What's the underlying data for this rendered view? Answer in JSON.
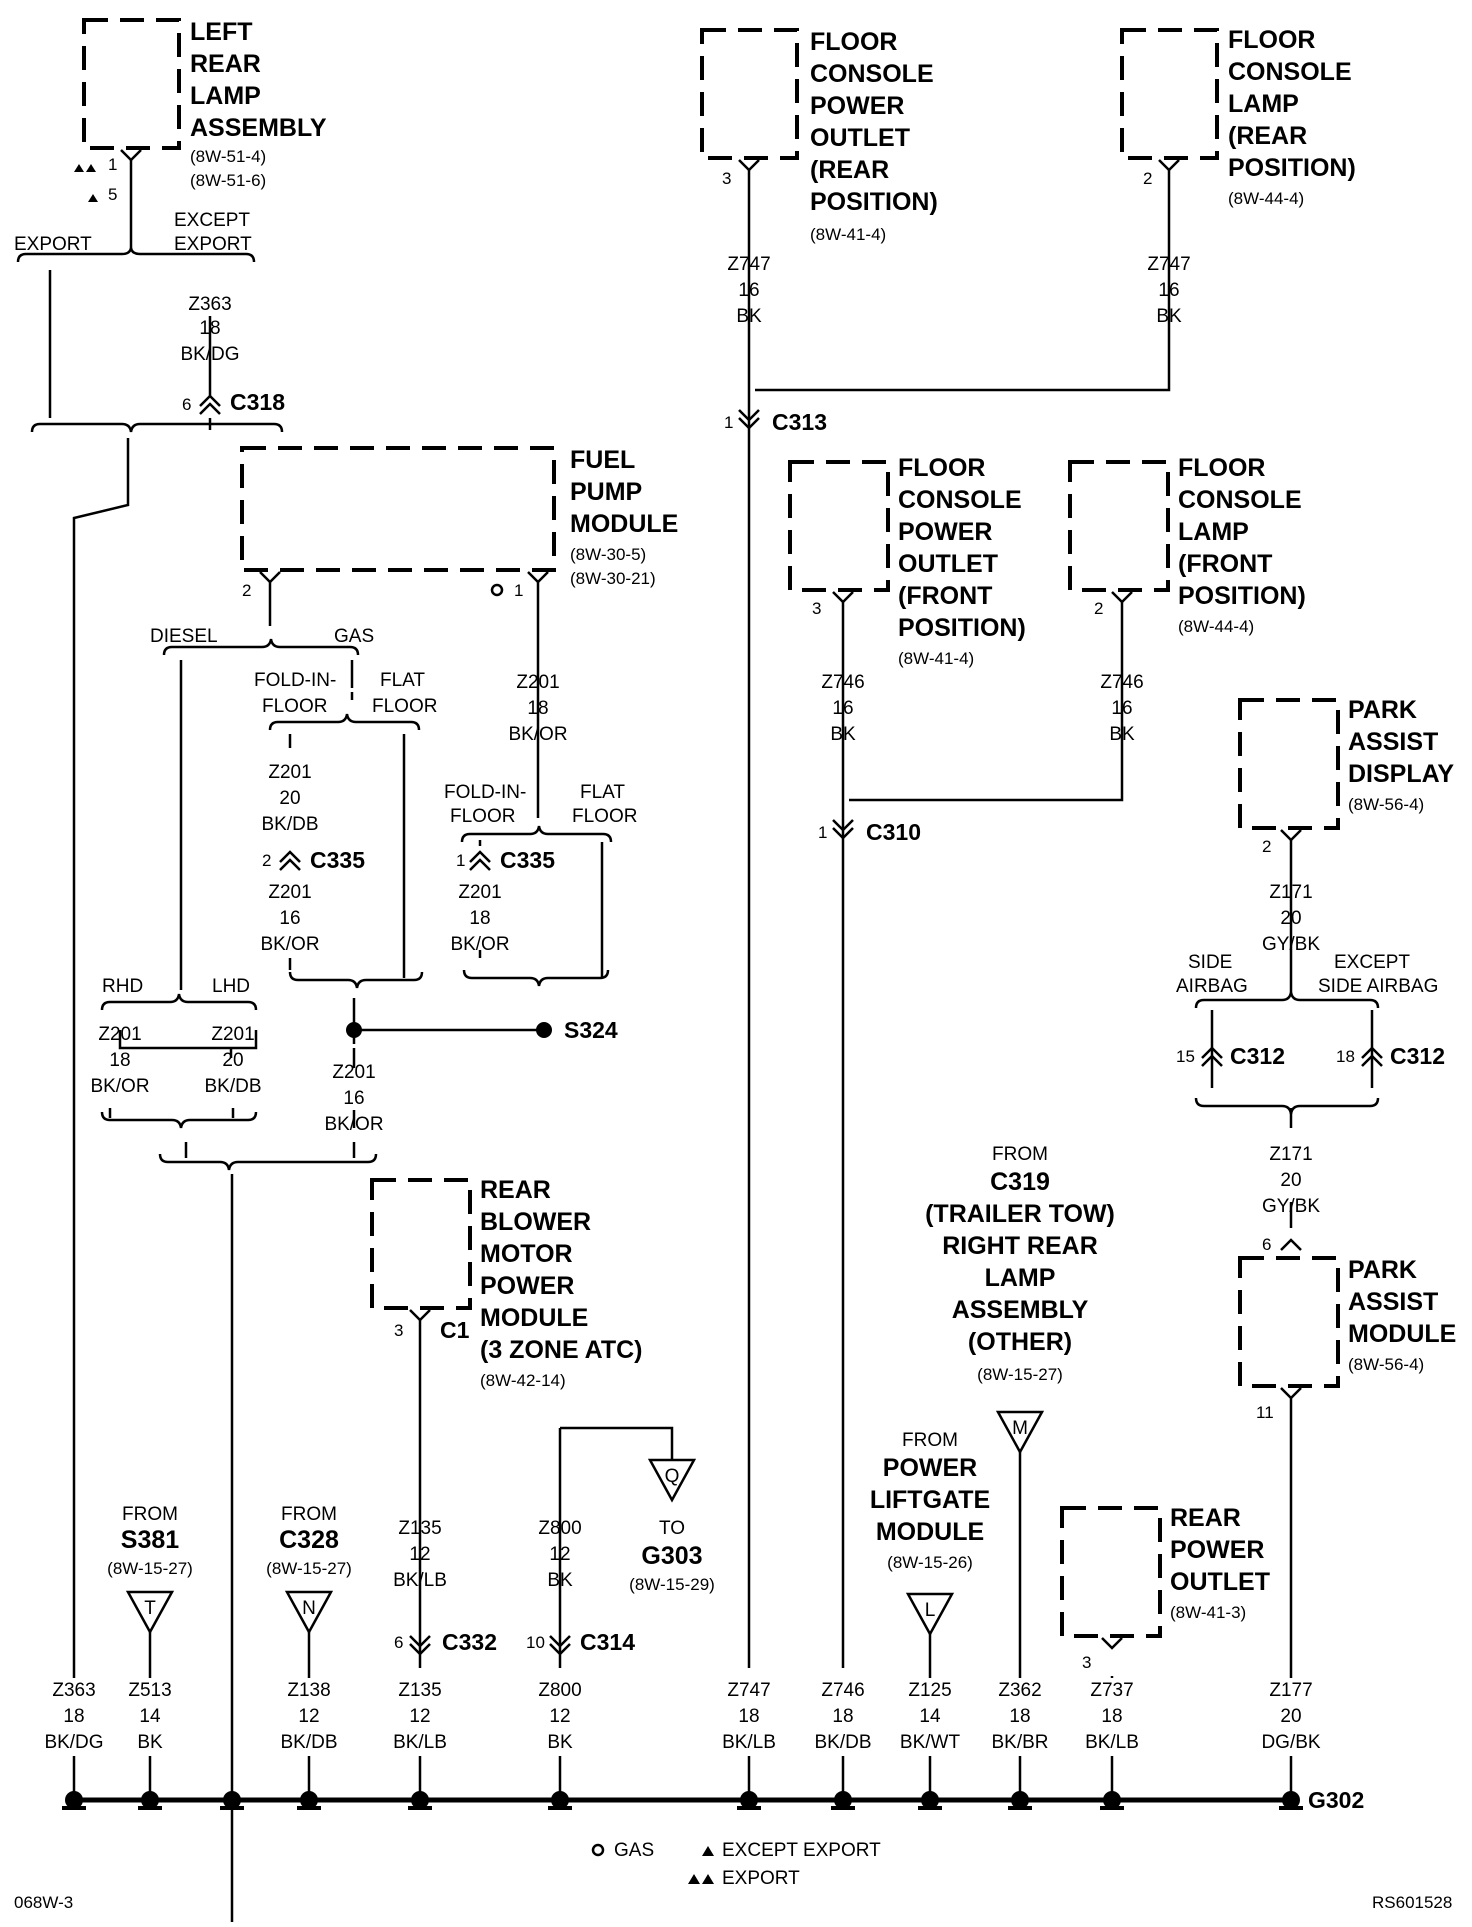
{
  "diagram": {
    "page_id": "068W-3",
    "figure_id": "RS601528",
    "legend": {
      "gas": "GAS",
      "except_export": "EXCEPT EXPORT",
      "export": "EXPORT"
    },
    "ground": {
      "name": "G302"
    },
    "components": [
      {
        "id": "left-rear-lamp",
        "name": [
          "LEFT",
          "REAR",
          "LAMP",
          "ASSEMBLY"
        ],
        "refs": [
          "(8W-51-4)",
          "(8W-51-6)"
        ],
        "pins": [
          "1",
          "5"
        ]
      },
      {
        "id": "console-outlet-rear",
        "name": [
          "FLOOR",
          "CONSOLE",
          "POWER",
          "OUTLET",
          "(REAR",
          "POSITION)"
        ],
        "refs": [
          "(8W-41-4)"
        ],
        "pins": [
          "3"
        ]
      },
      {
        "id": "console-lamp-rear",
        "name": [
          "FLOOR",
          "CONSOLE",
          "LAMP",
          "(REAR",
          "POSITION)"
        ],
        "refs": [
          "(8W-44-4)"
        ],
        "pins": [
          "2"
        ]
      },
      {
        "id": "fuel-pump",
        "name": [
          "FUEL",
          "PUMP",
          "MODULE"
        ],
        "refs": [
          "(8W-30-5)",
          "(8W-30-21)"
        ],
        "pins": [
          "2",
          "1"
        ]
      },
      {
        "id": "console-outlet-front",
        "name": [
          "FLOOR",
          "CONSOLE",
          "POWER",
          "OUTLET",
          "(FRONT",
          "POSITION)"
        ],
        "refs": [
          "(8W-41-4)"
        ],
        "pins": [
          "3"
        ]
      },
      {
        "id": "console-lamp-front",
        "name": [
          "FLOOR",
          "CONSOLE",
          "LAMP",
          "(FRONT",
          "POSITION)"
        ],
        "refs": [
          "(8W-44-4)"
        ],
        "pins": [
          "2"
        ]
      },
      {
        "id": "park-assist-display",
        "name": [
          "PARK",
          "ASSIST",
          "DISPLAY"
        ],
        "refs": [
          "(8W-56-4)"
        ],
        "pins": [
          "2"
        ]
      },
      {
        "id": "rear-blower",
        "name": [
          "REAR",
          "BLOWER",
          "MOTOR",
          "POWER",
          "MODULE",
          "(3 ZONE ATC)"
        ],
        "refs": [
          "(8W-42-14)"
        ],
        "pins": [
          "3"
        ],
        "connector": "C1"
      },
      {
        "id": "park-assist-module",
        "name": [
          "PARK",
          "ASSIST",
          "MODULE"
        ],
        "refs": [
          "(8W-56-4)"
        ],
        "pins": [
          "6",
          "11"
        ]
      },
      {
        "id": "rear-power-outlet",
        "name": [
          "REAR",
          "POWER",
          "OUTLET"
        ],
        "refs": [
          "(8W-41-3)"
        ],
        "pins": [
          "3"
        ]
      }
    ],
    "branch_labels": {
      "export": "EXPORT",
      "except_export": [
        "EXCEPT",
        "EXPORT"
      ],
      "diesel": "DIESEL",
      "gas": "GAS",
      "fold_in_floor": [
        "FOLD-IN-",
        "FLOOR"
      ],
      "flat_floor": [
        "FLAT",
        "FLOOR"
      ],
      "rhd": "RHD",
      "lhd": "LHD",
      "side_airbag": [
        "SIDE",
        "AIRBAG"
      ],
      "except_side_airbag": [
        "EXCEPT",
        "SIDE AIRBAG"
      ]
    },
    "connectors": [
      {
        "name": "C318",
        "pin": "6"
      },
      {
        "name": "C313",
        "pin": "1"
      },
      {
        "name": "C310",
        "pin": "1"
      },
      {
        "name": "C335",
        "pin": "2"
      },
      {
        "name": "C335",
        "pin": "1"
      },
      {
        "name": "C312",
        "pin": "15"
      },
      {
        "name": "C312",
        "pin": "18"
      },
      {
        "name": "C332",
        "pin": "6"
      },
      {
        "name": "C314",
        "pin": "10"
      }
    ],
    "splice": {
      "name": "S324"
    },
    "wires": [
      {
        "circuit": "Z363",
        "gauge": "18",
        "color": "BK/DG"
      },
      {
        "circuit": "Z747",
        "gauge": "16",
        "color": "BK"
      },
      {
        "circuit": "Z747",
        "gauge": "16",
        "color": "BK"
      },
      {
        "circuit": "Z201",
        "gauge": "18",
        "color": "BK/OR"
      },
      {
        "circuit": "Z746",
        "gauge": "16",
        "color": "BK"
      },
      {
        "circuit": "Z746",
        "gauge": "16",
        "color": "BK"
      },
      {
        "circuit": "Z201",
        "gauge": "20",
        "color": "BK/DB"
      },
      {
        "circuit": "Z201",
        "gauge": "16",
        "color": "BK/OR"
      },
      {
        "circuit": "Z201",
        "gauge": "18",
        "color": "BK/OR"
      },
      {
        "circuit": "Z171",
        "gauge": "20",
        "color": "GY/BK"
      },
      {
        "circuit": "Z201",
        "gauge": "18",
        "color": "BK/OR"
      },
      {
        "circuit": "Z201",
        "gauge": "20",
        "color": "BK/DB"
      },
      {
        "circuit": "Z201",
        "gauge": "16",
        "color": "BK/OR"
      },
      {
        "circuit": "Z171",
        "gauge": "20",
        "color": "GY/BK"
      },
      {
        "circuit": "Z135",
        "gauge": "12",
        "color": "BK/LB"
      },
      {
        "circuit": "Z800",
        "gauge": "12",
        "color": "BK"
      }
    ],
    "from_refs": [
      {
        "from": "FROM",
        "source": "S381",
        "ref": "(8W-15-27)",
        "letter": "T"
      },
      {
        "from": "FROM",
        "source": "C328",
        "ref": "(8W-15-27)",
        "letter": "N"
      },
      {
        "from": "FROM",
        "source": [
          "C319",
          "(TRAILER TOW)",
          "RIGHT REAR",
          "LAMP",
          "ASSEMBLY",
          "(OTHER)"
        ],
        "ref": "(8W-15-27)",
        "letter": "M"
      },
      {
        "from": "FROM",
        "source": [
          "POWER",
          "LIFTGATE",
          "MODULE"
        ],
        "ref": "(8W-15-26)",
        "letter": "L"
      },
      {
        "from": "TO",
        "source": "G303",
        "ref": "(8W-15-29)",
        "letter": "Q"
      }
    ],
    "bottom_wires": [
      {
        "circuit": "Z363",
        "gauge": "18",
        "color": "BK/DG"
      },
      {
        "circuit": "Z513",
        "gauge": "14",
        "color": "BK"
      },
      {
        "circuit": "Z138",
        "gauge": "12",
        "color": "BK/DB"
      },
      {
        "circuit": "Z135",
        "gauge": "12",
        "color": "BK/LB"
      },
      {
        "circuit": "Z800",
        "gauge": "12",
        "color": "BK"
      },
      {
        "circuit": "Z747",
        "gauge": "18",
        "color": "BK/LB"
      },
      {
        "circuit": "Z746",
        "gauge": "18",
        "color": "BK/DB"
      },
      {
        "circuit": "Z125",
        "gauge": "14",
        "color": "BK/WT"
      },
      {
        "circuit": "Z362",
        "gauge": "18",
        "color": "BK/BR"
      },
      {
        "circuit": "Z737",
        "gauge": "18",
        "color": "BK/LB"
      },
      {
        "circuit": "Z177",
        "gauge": "20",
        "color": "DG/BK"
      }
    ]
  }
}
